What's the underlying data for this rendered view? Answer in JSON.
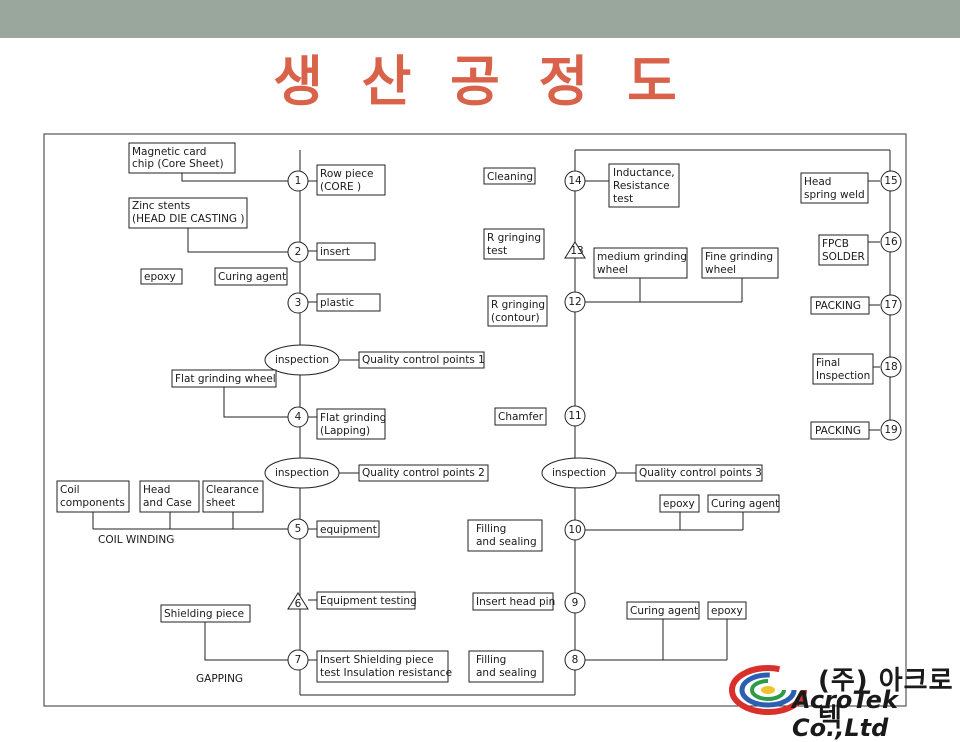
{
  "title": "생 산 공 정 도",
  "steps": {
    "s1": "1",
    "s2": "2",
    "s3": "3",
    "s4": "4",
    "s5": "5",
    "s6": "6",
    "s7": "7",
    "s8": "8",
    "s9": "9",
    "s10": "10",
    "s11": "11",
    "s12": "12",
    "s13": "13",
    "s14": "14",
    "s15": "15",
    "s16": "16",
    "s17": "17",
    "s18": "18",
    "s19": "19"
  },
  "inspection_label": "inspection",
  "boxes": {
    "magnetic_card": [
      "Magnetic card",
      "chip (Core Sheet)"
    ],
    "zinc_stents": [
      "Zinc stents",
      "(HEAD DIE CASTING )"
    ],
    "epoxy_left": "epoxy",
    "curing_agent_left": "Curing agent",
    "row_piece": [
      "Row piece",
      "(CORE )"
    ],
    "insert": "insert",
    "plastic": "plastic",
    "qc1": "Quality control points 1",
    "flat_grinding_wheel": "Flat grinding wheel",
    "flat_grinding": [
      "Flat grinding",
      "(Lapping)"
    ],
    "qc2": "Quality control points 2",
    "coil_components": [
      "Coil",
      "components"
    ],
    "head_case": [
      "Head",
      "and Case"
    ],
    "clearance_sheet": [
      "Clearance",
      "sheet"
    ],
    "coil_winding": "COIL WINDING",
    "equipment": "equipment",
    "equipment_testing": "Equipment testing",
    "shielding_piece": "Shielding piece",
    "insert_shielding": [
      "Insert Shielding piece",
      "test Insulation resistance"
    ],
    "gapping": "GAPPING",
    "cleaning": "Cleaning",
    "r_gringing_test": [
      "R gringing",
      "test"
    ],
    "r_gringing_contour": [
      "R gringing",
      "(contour)"
    ],
    "chamfer": "Chamfer",
    "filling_sealing_10": [
      "Filling",
      "and sealing"
    ],
    "insert_head_pin": "Insert head pin",
    "filling_sealing_8": [
      "Filling",
      "and sealing"
    ],
    "inductance": [
      "Inductance,",
      "Resistance",
      "test"
    ],
    "medium_grinding": [
      "medium grinding",
      "wheel"
    ],
    "fine_grinding": [
      "Fine grinding",
      "wheel"
    ],
    "qc3": "Quality control points 3",
    "epoxy_r10": "epoxy",
    "curing_agent_r10": "Curing agent",
    "curing_agent_r8": "Curing agent",
    "epoxy_r8": "epoxy",
    "head_spring": [
      "Head",
      "spring weld"
    ],
    "fpcb_solder": [
      "FPCB",
      "SOLDER"
    ],
    "packing_17": "PACKING",
    "final_inspection": [
      "Final",
      "Inspection"
    ],
    "packing_19": "PACKING"
  },
  "logo": {
    "korean": "(주) 아크로텍",
    "english": "AcroTek Co.,Ltd"
  }
}
